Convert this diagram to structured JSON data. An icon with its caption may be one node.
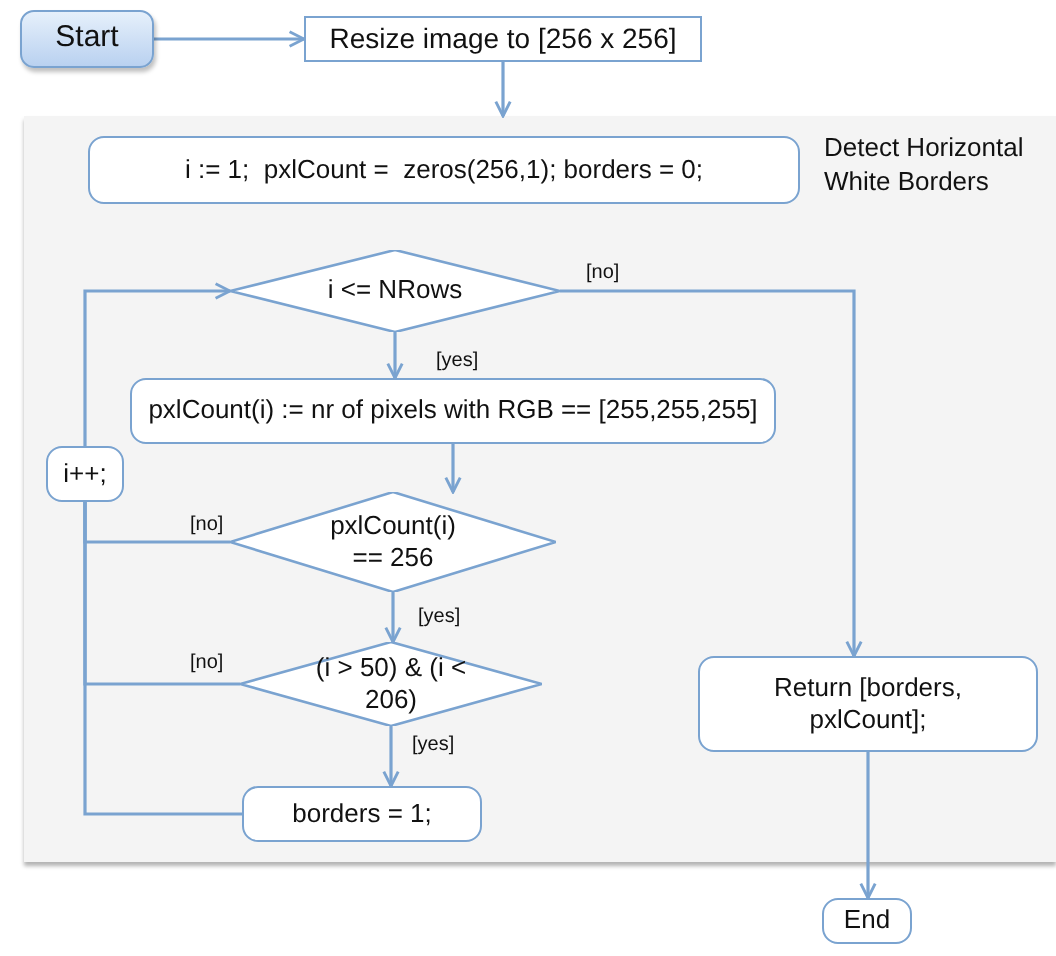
{
  "diagram": {
    "nodes": [
      {
        "text": [
          "Start"
        ]
      },
      {
        "text": [
          "Resize image to [256 x 256]"
        ]
      },
      {
        "text": [
          "Detect Horizontal White Borders"
        ]
      },
      {
        "text": [
          "i := 1;  pxlCount =  zeros(256,1); borders = 0;"
        ],
        "in": 2
      },
      {
        "text": [
          "i <= NRows"
        ],
        "in": 2
      },
      {
        "text": [
          "pxlCount(i) := nr of pixels with RGB == [255,255,255]"
        ],
        "in": 2
      },
      {
        "text": [
          "pxlCount(i) == 256"
        ],
        "in": 2
      },
      {
        "text": [
          "i++;"
        ],
        "in": 2
      },
      {
        "text": [
          "(i > 50) & (i < 206)"
        ],
        "in": 2
      },
      {
        "text": [
          "borders = 1;"
        ],
        "in": 2
      },
      {
        "text": [
          "Return [borders, pxlCount];"
        ],
        "in": 2
      },
      {
        "text": [
          "End"
        ]
      }
    ],
    "edges": [
      {
        "from": 0,
        "to": 1,
        "arrow": "to"
      },
      {
        "from": 1,
        "to": 2,
        "arrow": "to"
      },
      {
        "from": 4,
        "to": 5,
        "arrow": "to",
        "label": "[yes]"
      },
      {
        "from": 4,
        "to": 10,
        "arrow": "to",
        "label": "[no]"
      },
      {
        "from": 5,
        "to": 6,
        "arrow": "to"
      },
      {
        "from": 6,
        "to": 8,
        "arrow": "to",
        "label": "[yes]"
      },
      {
        "from": 8,
        "to": 9,
        "arrow": "to",
        "label": "[yes]"
      },
      {
        "from": 6,
        "to": 7,
        "arrow": "none",
        "label": "[no]"
      },
      {
        "from": 8,
        "to": 7,
        "arrow": "none",
        "label": "[no]"
      },
      {
        "from": 9,
        "to": 7,
        "arrow": "none"
      },
      {
        "from": 7,
        "to": 4,
        "arrow": "to"
      },
      {
        "from": 10,
        "to": 11,
        "arrow": "to"
      }
    ]
  }
}
